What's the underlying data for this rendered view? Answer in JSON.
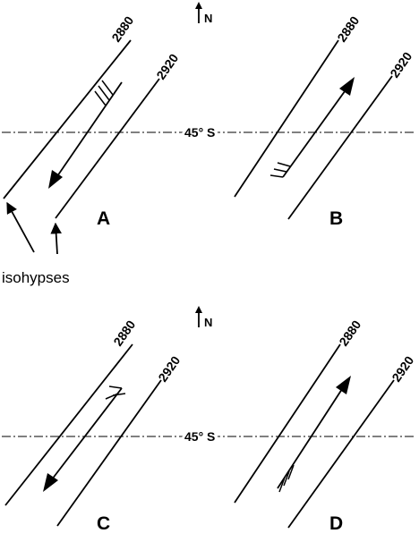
{
  "north_label": "N",
  "latitude_label": "45° S",
  "caption": "isohypses",
  "panels": [
    {
      "letter": "A",
      "isohypse_low": "2880",
      "isohypse_high": "2920"
    },
    {
      "letter": "B",
      "isohypse_low": "2880",
      "isohypse_high": "2920"
    },
    {
      "letter": "C",
      "isohypse_low": "2880",
      "isohypse_high": "2920"
    },
    {
      "letter": "D",
      "isohypse_low": "2880",
      "isohypse_high": "2920"
    }
  ]
}
